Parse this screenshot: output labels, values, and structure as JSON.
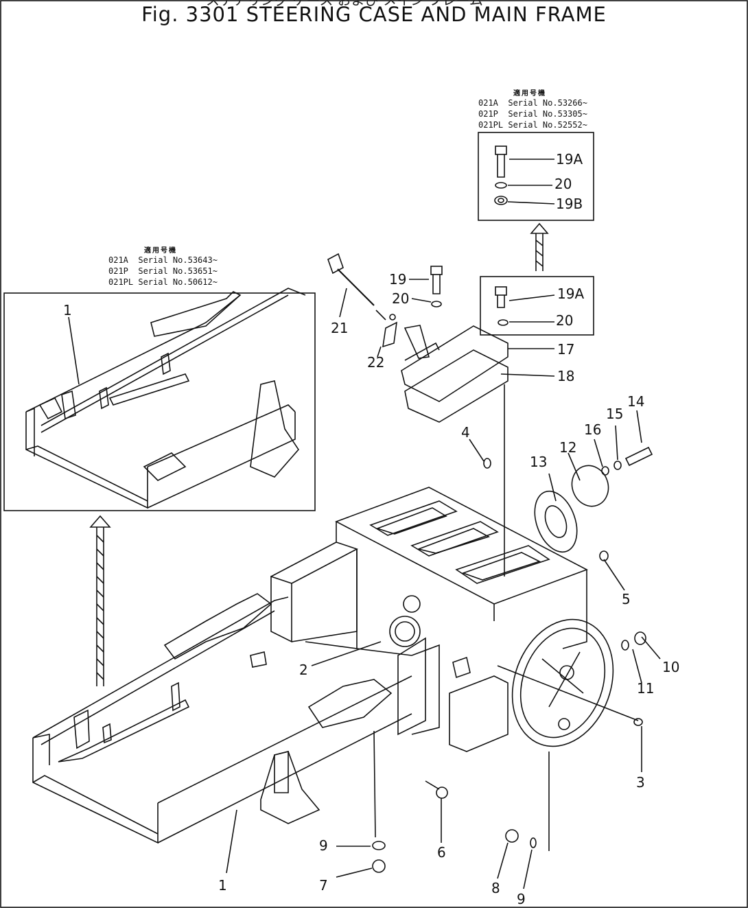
{
  "title": "Fig. 3301 STEERING CASE AND MAIN FRAME",
  "title_kana": "ステアリング ケース および メイン フレーム",
  "inset_left": {
    "heading": "適用号機",
    "rows": [
      "021A  Serial No.53643~",
      "021P  Serial No.53651~",
      "021PL Serial No.50612~"
    ]
  },
  "inset_right": {
    "heading": "適用号機",
    "rows": [
      "021A  Serial No.53266~",
      "021P  Serial No.53305~",
      "021PL Serial No.52552~"
    ]
  },
  "parts": {
    "p1": "1",
    "p1_inset": "1",
    "p2": "2",
    "p3": "3",
    "p4": "4",
    "p5": "5",
    "p6": "6",
    "p7": "7",
    "p8": "8",
    "p9a": "9",
    "p9b": "9",
    "p10": "10",
    "p11": "11",
    "p12": "12",
    "p13": "13",
    "p14": "14",
    "p15": "15",
    "p16": "16",
    "p17": "17",
    "p18": "18",
    "p19": "19",
    "p20a": "20",
    "p20b": "20",
    "p20c": "20",
    "p21": "21",
    "p22": "22",
    "p19a_top": "19A",
    "p19a_mid": "19A",
    "p19b": "19B"
  },
  "colors": {
    "line": "#111111",
    "background": "#ffffff"
  }
}
